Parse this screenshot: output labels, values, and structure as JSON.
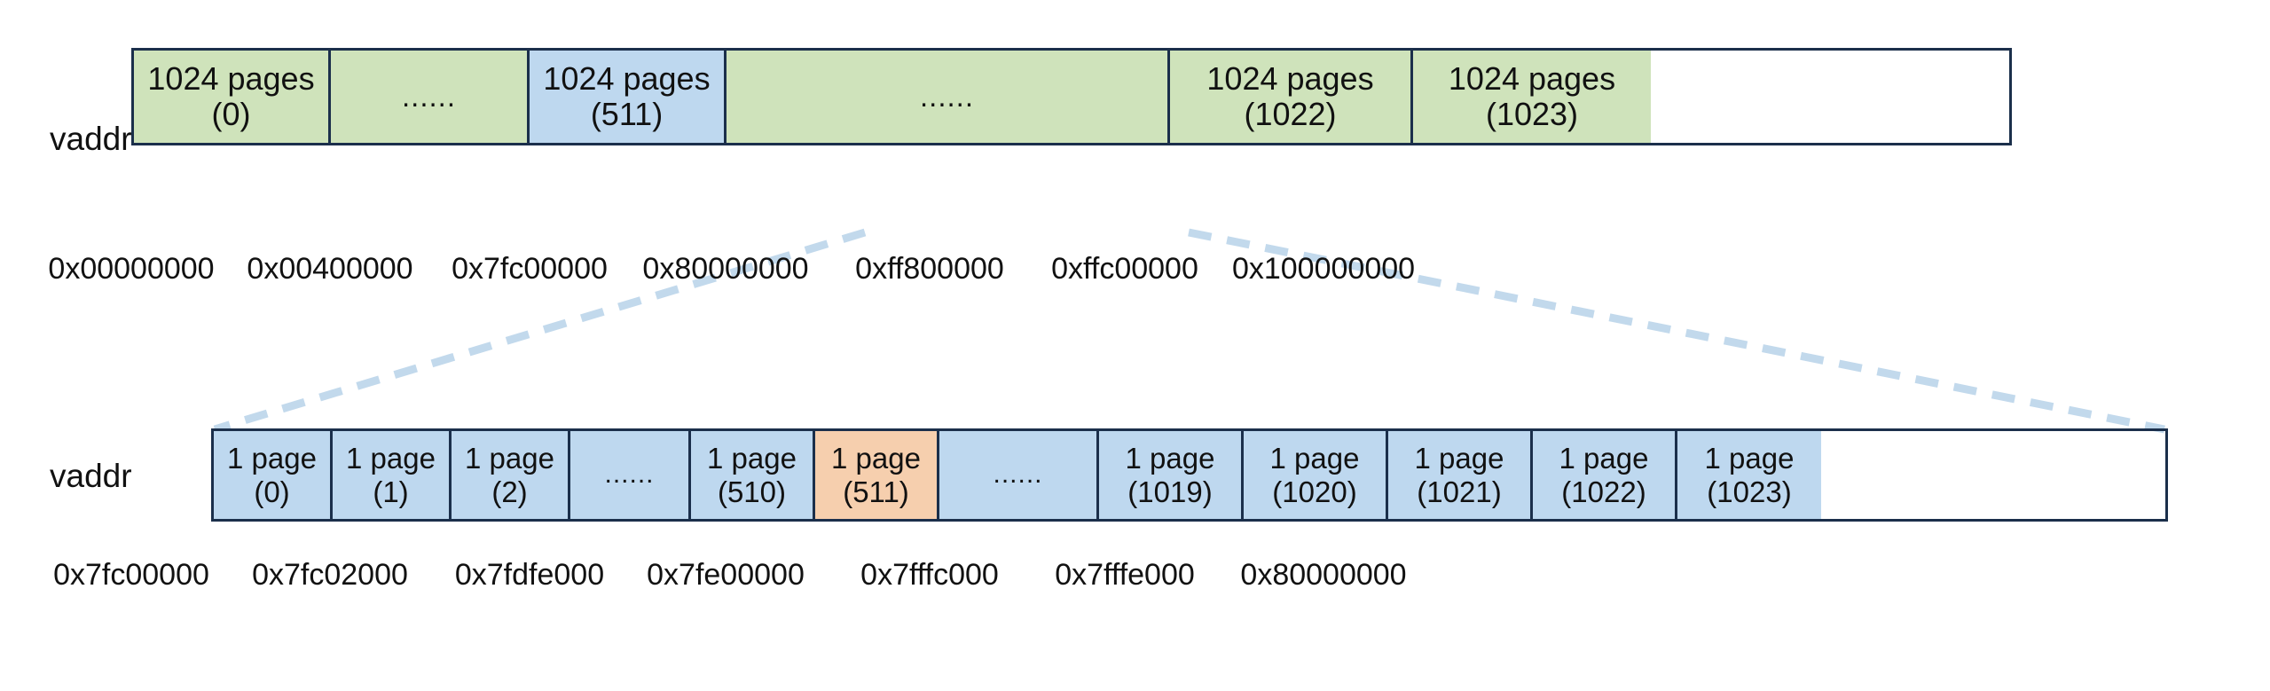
{
  "diagram": {
    "title": "Two-level virtual address space page directory / page table layout",
    "colors": {
      "green_fill": "#cfe3bb",
      "blue_fill": "#bed8ef",
      "orange_fill": "#f6cfae",
      "border": "#1b2f4b",
      "connector": "#c2d9ec",
      "background": "#ffffff",
      "text": "#111111"
    },
    "ellipsis": "......"
  },
  "top_row": {
    "label": "vaddr",
    "cells": [
      {
        "line1": "1024 pages",
        "line2": "(0)",
        "color": "green",
        "dots": false
      },
      {
        "line1": "......",
        "line2": "",
        "color": "green",
        "dots": true
      },
      {
        "line1": "1024 pages",
        "line2": "(511)",
        "color": "blue",
        "dots": false
      },
      {
        "line1": "......",
        "line2": "",
        "color": "green",
        "dots": true
      },
      {
        "line1": "1024 pages",
        "line2": "(1022)",
        "color": "green",
        "dots": false
      },
      {
        "line1": "1024 pages",
        "line2": "(1023)",
        "color": "green",
        "dots": false
      }
    ],
    "addresses": [
      "0x00000000",
      "0x00400000",
      "0x7fc00000",
      "0x80000000",
      "0xff800000",
      "0xffc00000",
      "0x100000000"
    ]
  },
  "bottom_row": {
    "label": "vaddr",
    "cells": [
      {
        "line1": "1 page",
        "line2": "(0)",
        "color": "blue",
        "dots": false
      },
      {
        "line1": "1 page",
        "line2": "(1)",
        "color": "blue",
        "dots": false
      },
      {
        "line1": "1 page",
        "line2": "(2)",
        "color": "blue",
        "dots": false
      },
      {
        "line1": "......",
        "line2": "",
        "color": "blue",
        "dots": true
      },
      {
        "line1": "1 page",
        "line2": "(510)",
        "color": "blue",
        "dots": false
      },
      {
        "line1": "1 page",
        "line2": "(511)",
        "color": "orange",
        "dots": false
      },
      {
        "line1": "......",
        "line2": "",
        "color": "blue",
        "dots": true
      },
      {
        "line1": "1 page",
        "line2": "(1019)",
        "color": "blue",
        "dots": false
      },
      {
        "line1": "1 page",
        "line2": "(1020)",
        "color": "blue",
        "dots": false
      },
      {
        "line1": "1 page",
        "line2": "(1021)",
        "color": "blue",
        "dots": false
      },
      {
        "line1": "1 page",
        "line2": "(1022)",
        "color": "blue",
        "dots": false
      },
      {
        "line1": "1 page",
        "line2": "(1023)",
        "color": "blue",
        "dots": false
      }
    ],
    "addresses": [
      "0x7fc00000",
      "0x7fc02000",
      "0x7fdfe000",
      "0x7fe00000",
      "0x7fffc000",
      "0x7fffe000",
      "0x80000000"
    ]
  }
}
